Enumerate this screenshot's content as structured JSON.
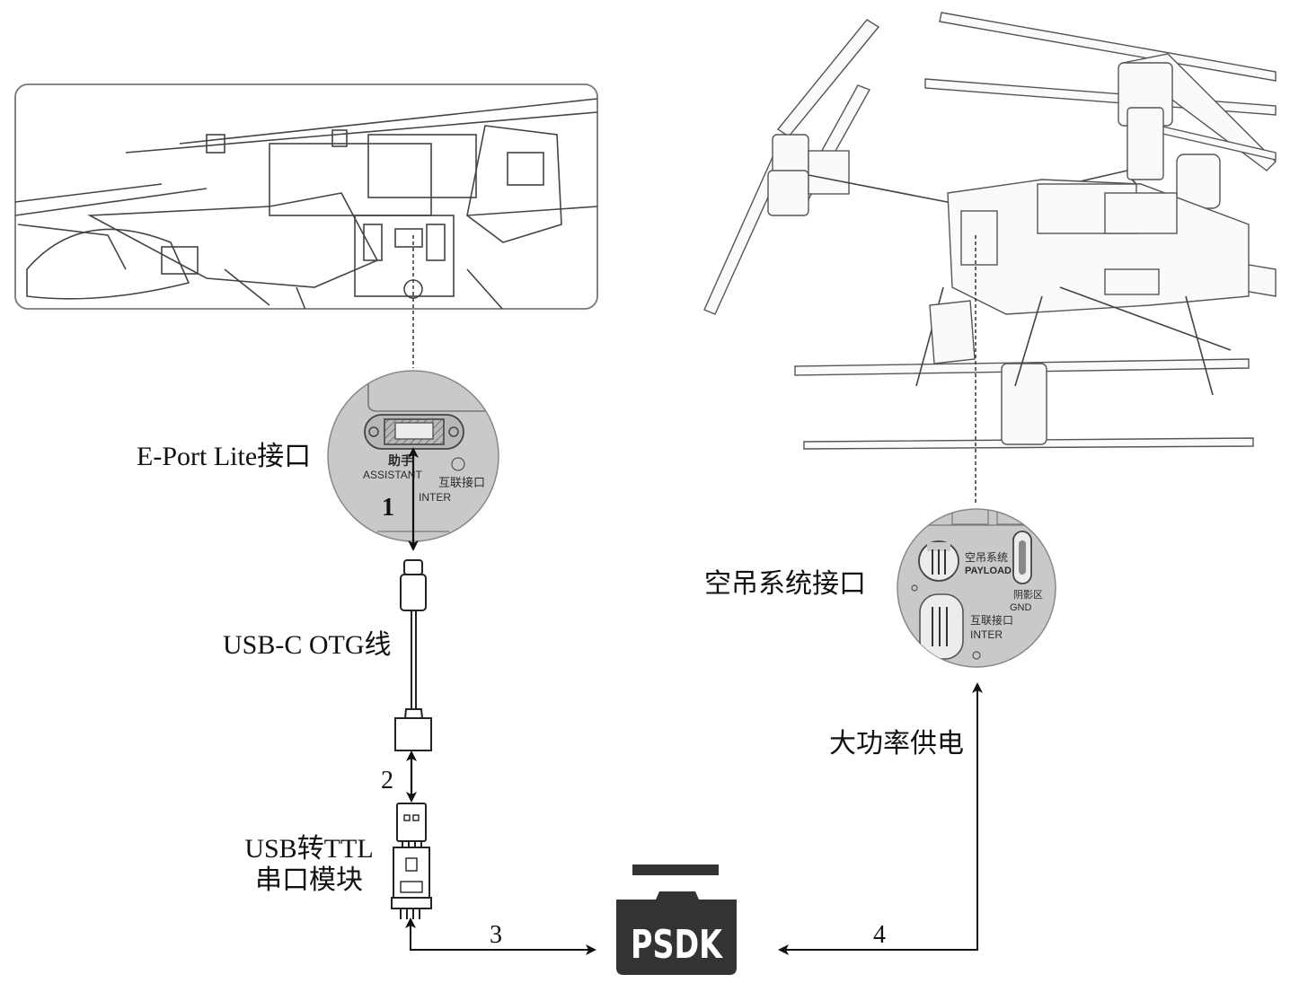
{
  "labels": {
    "eport": "E-Port Lite接口",
    "otg": "USB-C OTG线",
    "ttl_line1": "USB转TTL",
    "ttl_line2": "串口模块",
    "payload_port": "空吊系统接口",
    "power": "大功率供电",
    "psdk": "PSDK"
  },
  "steps": {
    "s1": "1",
    "s2": "2",
    "s3": "3",
    "s4": "4"
  },
  "port_markings": {
    "assistant_cn": "助手",
    "assistant_en": "ASSISTANT",
    "inter_cn": "互联接口",
    "inter_en": "INTER",
    "payload_cn": "空吊系统",
    "payload_en": "PAYLOAD",
    "gnd_cn": "阴影区",
    "gnd_en": "GND",
    "inter2_cn": "互联接口",
    "inter2_en": "INTER"
  },
  "colors": {
    "circle_fill": "#c9c9c9",
    "psdk_bg": "#333333",
    "line": "#111111"
  }
}
